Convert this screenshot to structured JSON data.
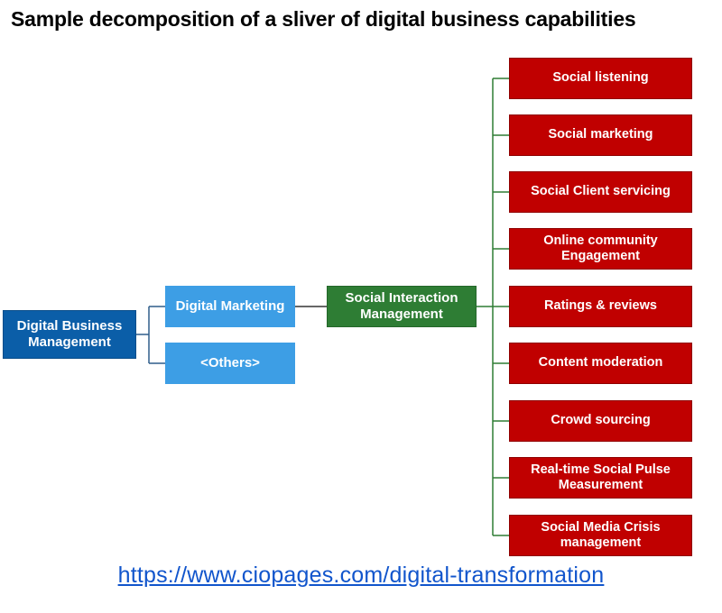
{
  "title": "Sample decomposition of a sliver of digital business capabilities",
  "root": {
    "label": "Digital Business Management"
  },
  "level1": [
    {
      "label": "Digital Marketing"
    },
    {
      "label": "<Others>"
    }
  ],
  "level2": {
    "label": "Social Interaction Management"
  },
  "leaves": [
    {
      "label": "Social listening"
    },
    {
      "label": "Social marketing"
    },
    {
      "label": "Social Client servicing"
    },
    {
      "label": "Online community Engagement"
    },
    {
      "label": "Ratings & reviews"
    },
    {
      "label": "Content moderation"
    },
    {
      "label": "Crowd sourcing"
    },
    {
      "label": "Real-time Social Pulse Measurement"
    },
    {
      "label": "Social Media Crisis management"
    }
  ],
  "url": "https://www.ciopages.com/digital-transformation",
  "colors": {
    "root": "#0b5ea8",
    "level1": "#3d9ee5",
    "level2": "#2e7d34",
    "leaf": "#c00000",
    "connector_blue": "#2f5d8a",
    "connector_green": "#2e7d34"
  }
}
